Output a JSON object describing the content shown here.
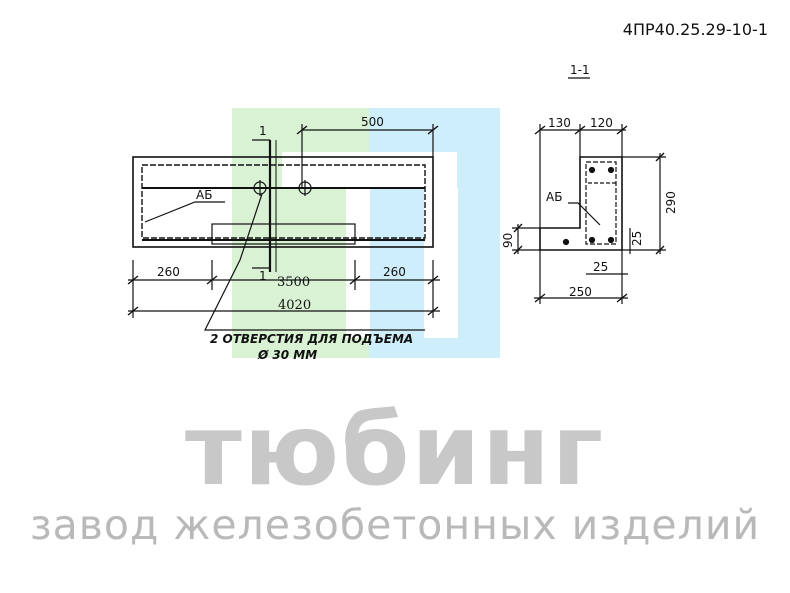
{
  "header": {
    "code": "4ПР40.25.29-10-1"
  },
  "drawing": {
    "section_label": "1-1",
    "cut_mark": "1",
    "rebar_label": "АБ",
    "front_dims": {
      "top": "500",
      "left": "260",
      "mid": "3500",
      "right": "260",
      "overall": "4020"
    },
    "section_dims": {
      "top_left": "130",
      "top_right": "120",
      "height": "290",
      "left_h": "90",
      "right_h": "25",
      "bottom_small": "25",
      "bottom": "250"
    },
    "note_line1": "2 ОТВЕРСТИЯ ДЛЯ ПОДЪЕМА",
    "note_line2": "Ø 30 ММ"
  },
  "watermark": {
    "name": "тюбинг",
    "subtitle": "завод железобетонных изделий",
    "colors": {
      "green": "#d9f2d4",
      "blue": "#cdeefa"
    }
  }
}
